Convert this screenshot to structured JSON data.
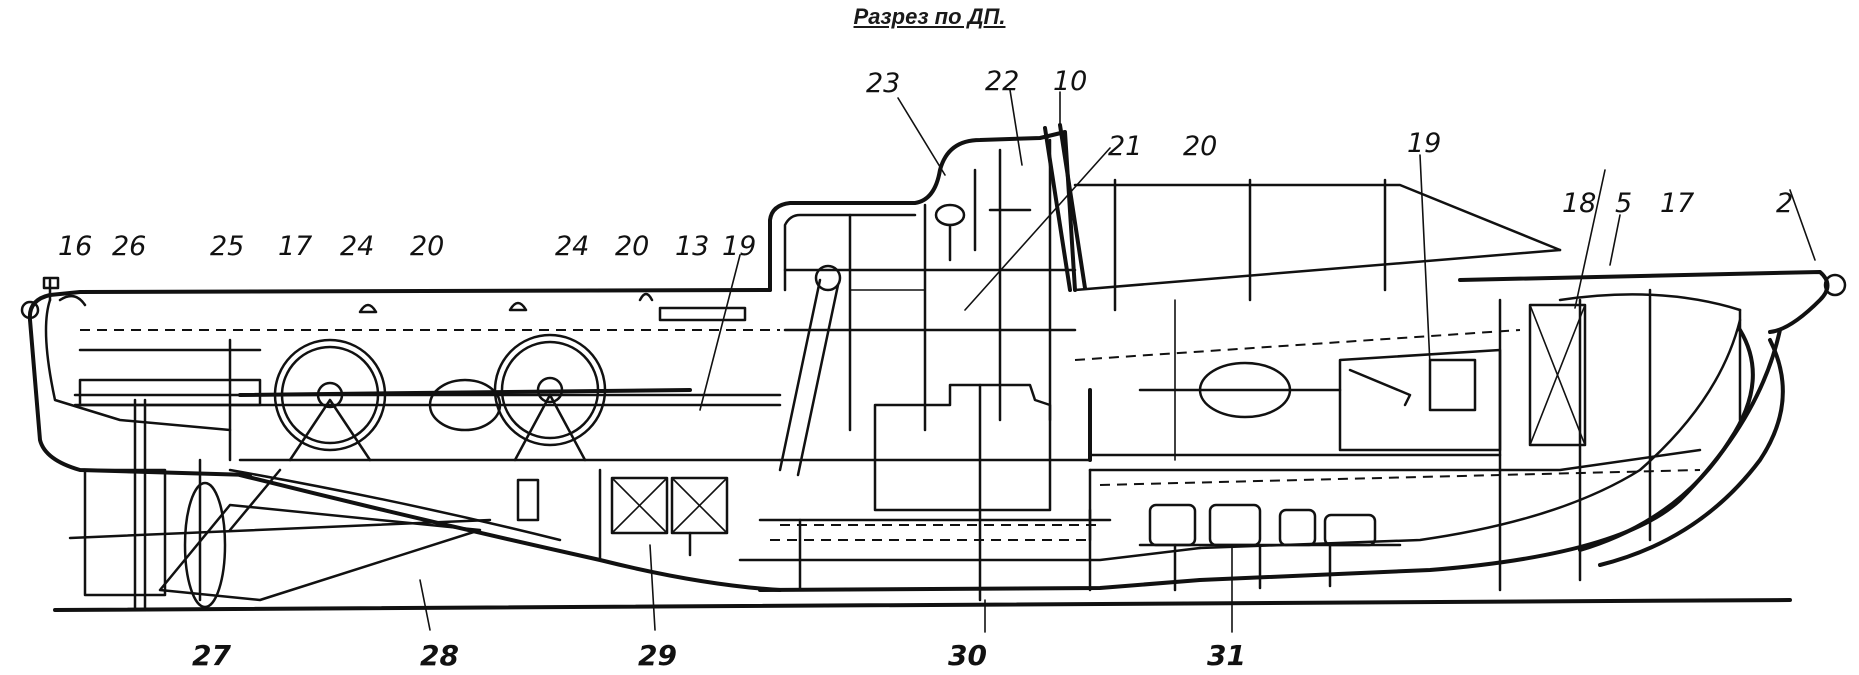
{
  "title": "Разрез по ДП.",
  "callouts": {
    "c16": "16",
    "c26": "26",
    "c25": "25",
    "c17a": "17",
    "c24a": "24",
    "c20a": "20",
    "c24b": "24",
    "c20b": "20",
    "c13": "13",
    "c19a": "19",
    "c23": "23",
    "c22": "22",
    "c10": "10",
    "c21": "21",
    "c20c": "20",
    "c19b": "19",
    "c18": "18",
    "c5": "5",
    "c17b": "17",
    "c2": "2",
    "c27": "27",
    "c28": "28",
    "c29": "29",
    "c30": "30",
    "c31": "31"
  },
  "colors": {
    "ink": "#111111",
    "paper": "#ffffff"
  }
}
